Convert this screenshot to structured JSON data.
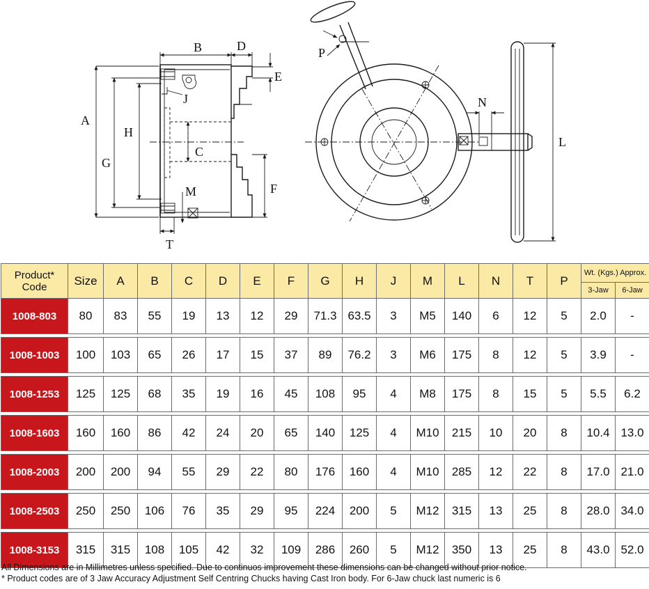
{
  "drawing": {
    "labels": {
      "A": "A",
      "B": "B",
      "C": "C",
      "D": "D",
      "E": "E",
      "F": "F",
      "G": "G",
      "H": "H",
      "J": "J",
      "L": "L",
      "M": "M",
      "N": "N",
      "P": "P",
      "T": "T"
    }
  },
  "table": {
    "headers": {
      "product_code": "Product* Code",
      "size": "Size",
      "cols": [
        "A",
        "B",
        "C",
        "D",
        "E",
        "F",
        "G",
        "H",
        "J",
        "M",
        "L",
        "N",
        "T",
        "P"
      ],
      "weight": "Wt. (Kgs.) Approx.",
      "jaw3": "3-Jaw",
      "jaw6": "6-Jaw"
    },
    "rows": [
      {
        "code": "1008-803",
        "cells": [
          "80",
          "83",
          "55",
          "19",
          "13",
          "12",
          "29",
          "71.3",
          "63.5",
          "3",
          "M5",
          "140",
          "6",
          "12",
          "5",
          "2.0",
          "-"
        ]
      },
      {
        "code": "1008-1003",
        "cells": [
          "100",
          "103",
          "65",
          "26",
          "17",
          "15",
          "37",
          "89",
          "76.2",
          "3",
          "M6",
          "175",
          "8",
          "12",
          "5",
          "3.9",
          "-"
        ]
      },
      {
        "code": "1008-1253",
        "cells": [
          "125",
          "125",
          "68",
          "35",
          "19",
          "16",
          "45",
          "108",
          "95",
          "4",
          "M8",
          "175",
          "8",
          "15",
          "5",
          "5.5",
          "6.2"
        ]
      },
      {
        "code": "1008-1603",
        "cells": [
          "160",
          "160",
          "86",
          "42",
          "24",
          "20",
          "65",
          "140",
          "125",
          "4",
          "M10",
          "215",
          "10",
          "20",
          "8",
          "10.4",
          "13.0"
        ]
      },
      {
        "code": "1008-2003",
        "cells": [
          "200",
          "200",
          "94",
          "55",
          "29",
          "22",
          "80",
          "176",
          "160",
          "4",
          "M10",
          "285",
          "12",
          "22",
          "8",
          "17.0",
          "21.0"
        ]
      },
      {
        "code": "1008-2503",
        "cells": [
          "250",
          "250",
          "106",
          "76",
          "35",
          "29",
          "95",
          "224",
          "200",
          "5",
          "M12",
          "315",
          "13",
          "25",
          "8",
          "28.0",
          "34.0"
        ]
      },
      {
        "code": "1008-3153",
        "cells": [
          "315",
          "315",
          "108",
          "105",
          "42",
          "32",
          "109",
          "286",
          "260",
          "5",
          "M12",
          "350",
          "13",
          "25",
          "8",
          "43.0",
          "52.0"
        ]
      }
    ]
  },
  "notes": {
    "line1": "All Dimensions are in Millimetres unless specified. Due to continuos improvement these dimensions can be changed without prior notice.",
    "line2": "* Product codes are of 3 Jaw Accuracy Adjustment Self Centring Chucks having Cast Iron body. For 6-Jaw chuck last numeric is 6"
  }
}
